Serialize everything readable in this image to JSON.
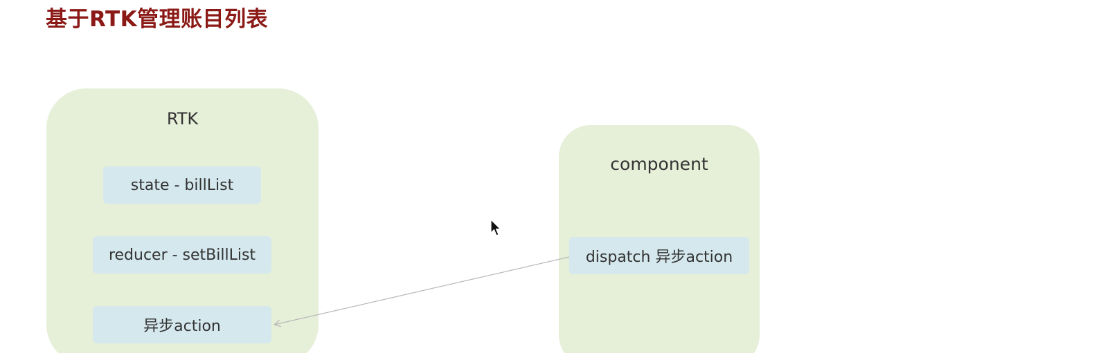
{
  "slide": {
    "title": "基于RTK管理账目列表"
  },
  "groups": {
    "rtk": {
      "label": "RTK",
      "items": {
        "state": "state - billList",
        "reducer": "reducer - setBillList",
        "async_action": "异步action"
      }
    },
    "component": {
      "label": "component",
      "items": {
        "dispatch": "dispatch 异步action"
      }
    }
  },
  "colors": {
    "title": "#8b1a16",
    "group_fill": "#e6efd8",
    "node_fill": "#d4e8ee",
    "text": "#333333",
    "connector": "#b8b8b8"
  },
  "icons": {
    "cursor": "mouse-pointer-icon"
  }
}
